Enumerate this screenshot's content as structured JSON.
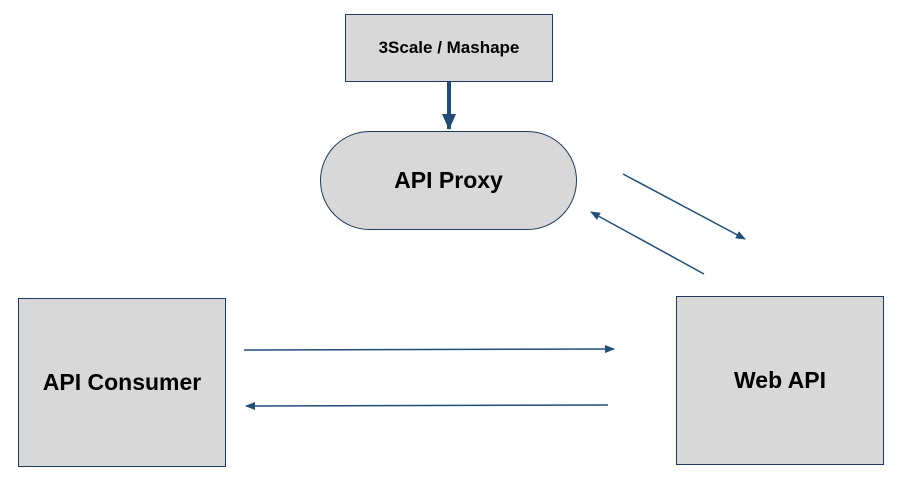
{
  "nodes": {
    "mashape": "3Scale / Mashape",
    "proxy": "API Proxy",
    "consumer": "API Consumer",
    "webapi": "Web API"
  },
  "colors": {
    "arrow": "#1f4e79",
    "node_fill": "#d8d8d8",
    "node_border": "#1f3a5f"
  }
}
